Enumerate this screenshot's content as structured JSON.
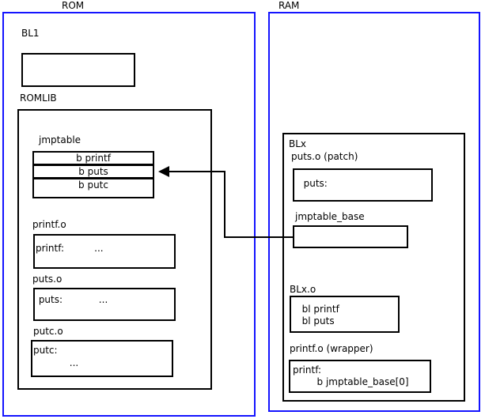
{
  "diagram": {
    "title": "ROM/RAM jump table patching diagram",
    "colors": {
      "region_border": "#1414ff",
      "box_border": "#000000",
      "background": "#ffffff",
      "text": "#000000"
    }
  },
  "regions": [
    {
      "id": "rom",
      "label": "ROM"
    },
    {
      "id": "ram",
      "label": "RAM"
    }
  ],
  "rom": {
    "label": "ROM",
    "bl1": {
      "label": "BL1",
      "box_text": ""
    },
    "romlib": {
      "label": "ROMLIB",
      "jmptable": {
        "label": "jmptable",
        "entries": [
          {
            "text": "b printf"
          },
          {
            "text": "b puts"
          },
          {
            "text": "b putc"
          }
        ]
      },
      "objects": [
        {
          "label": "printf.o",
          "lines": [
            "printf:          ..."
          ]
        },
        {
          "label": "puts.o",
          "lines": [
            " puts:            ..."
          ]
        },
        {
          "label": "putc.o",
          "lines": [
            "putc:",
            "            ..."
          ]
        }
      ]
    }
  },
  "ram": {
    "label": "RAM",
    "blx": {
      "label": "BLx",
      "sections": [
        {
          "label": "puts.o (patch)",
          "lines": [
            "  puts:"
          ]
        },
        {
          "label": "jmptable_base",
          "lines": [
            ""
          ]
        },
        {
          "label": "BLx.o",
          "lines": [
            "  bl printf",
            "  bl puts"
          ]
        },
        {
          "label": "printf.o (wrapper)",
          "lines": [
            "printf:",
            "        b jmptable_base[0]"
          ]
        }
      ]
    }
  },
  "connector": {
    "name": "jmptable-base-to-b-puts-arrow",
    "from": "jmptable_base",
    "to": "b puts"
  }
}
